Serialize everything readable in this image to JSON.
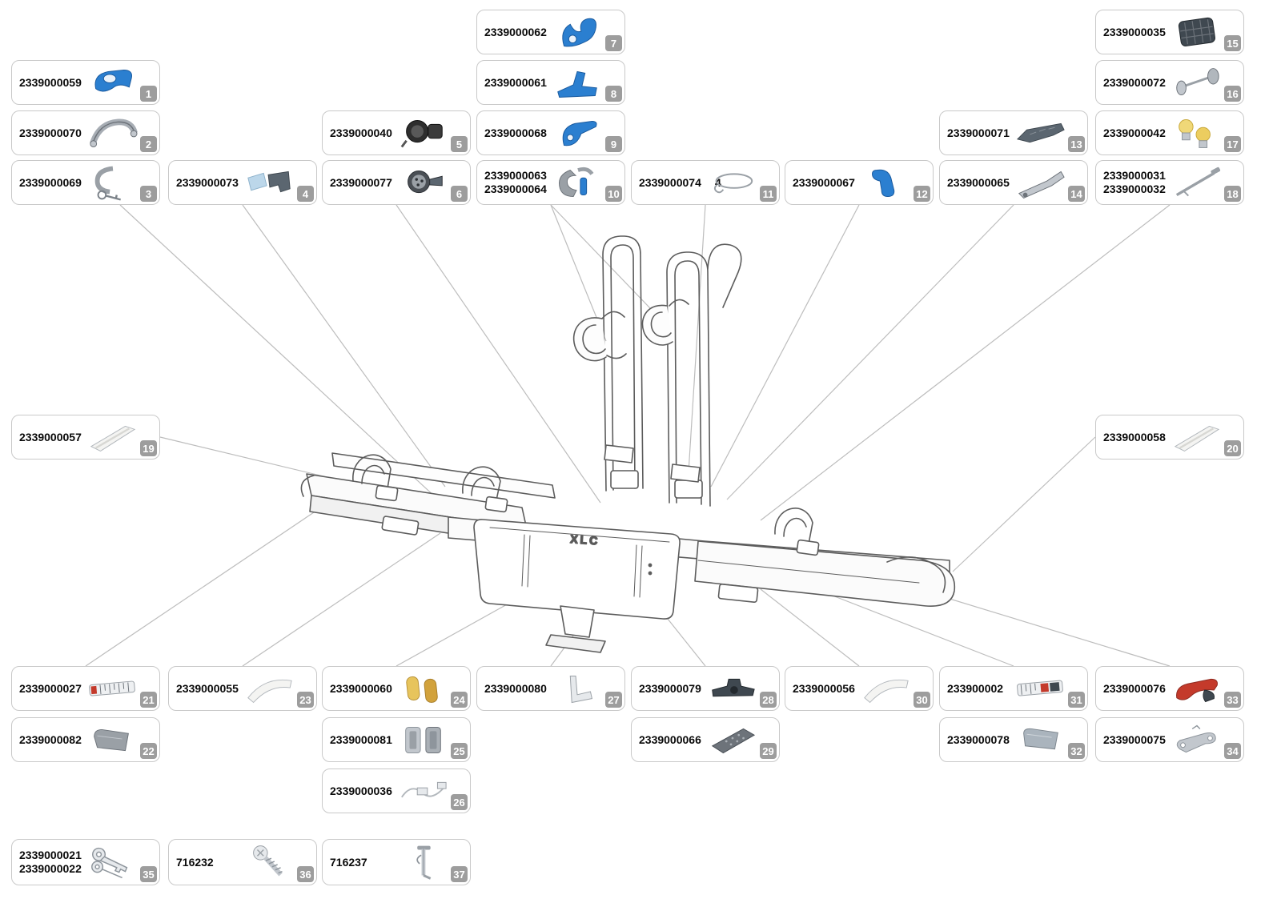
{
  "diagram": {
    "plate_label": "XLC",
    "type": "exploded-parts-diagram",
    "accent_blue": "#2b7fd0",
    "line_color": "#bdbdbd"
  },
  "callouts": {
    "c1": {
      "badge": "1",
      "line1": "2339000059",
      "icon": "blue-mount-bracket"
    },
    "c2": {
      "badge": "2",
      "line1": "2339000070",
      "icon": "rubber-strap"
    },
    "c3": {
      "badge": "3",
      "line1": "2339000069",
      "icon": "clamp-with-key"
    },
    "c4": {
      "badge": "4",
      "line1": "2339000073",
      "icon": "protection-pads"
    },
    "c5": {
      "badge": "5",
      "line1": "2339000040",
      "icon": "plug-socket"
    },
    "c6": {
      "badge": "6",
      "line1": "2339000077",
      "icon": "connector-plug"
    },
    "c7": {
      "badge": "7",
      "line1": "2339000062",
      "icon": "blue-fork-clamp"
    },
    "c8": {
      "badge": "8",
      "line1": "2339000061",
      "icon": "blue-y-bracket"
    },
    "c9": {
      "badge": "9",
      "line1": "2339000068",
      "icon": "blue-lever"
    },
    "c10": {
      "badge": "10",
      "line1": "2339000063",
      "line2": "2339000064",
      "icon": "frame-holder-jaw"
    },
    "c11": {
      "badge": "11",
      "line1": "2339000074",
      "qty": "4",
      "icon": "cable-ring"
    },
    "c12": {
      "badge": "12",
      "line1": "2339000067",
      "icon": "blue-handle"
    },
    "c13": {
      "badge": "13",
      "line1": "2339000071",
      "icon": "metal-bracket-strip"
    },
    "c14": {
      "badge": "14",
      "line1": "2339000065",
      "icon": "tilt-lever"
    },
    "c15": {
      "badge": "15",
      "line1": "2339000035",
      "icon": "reflector-plate"
    },
    "c16": {
      "badge": "16",
      "line1": "2339000072",
      "icon": "axle-with-rollers"
    },
    "c17": {
      "badge": "17",
      "line1": "2339000042",
      "icon": "light-bulbs"
    },
    "c18": {
      "badge": "18",
      "line1": "2339000031",
      "line2": "2339000032",
      "icon": "long-pin"
    },
    "c19": {
      "badge": "19",
      "line1": "2339000057",
      "icon": "rail-channel-left"
    },
    "c20": {
      "badge": "20",
      "line1": "2339000058",
      "icon": "rail-channel-right"
    },
    "c21": {
      "badge": "21",
      "line1": "2339000027",
      "icon": "scale-strip"
    },
    "c22": {
      "badge": "22",
      "line1": "2339000082",
      "icon": "end-cap-grey"
    },
    "c23": {
      "badge": "23",
      "line1": "2339000055",
      "icon": "curved-cover-left"
    },
    "c24": {
      "badge": "24",
      "line1": "2339000060",
      "icon": "yellow-rollers"
    },
    "c25": {
      "badge": "25",
      "line1": "2339000081",
      "icon": "pad-set"
    },
    "c26": {
      "badge": "26",
      "line1": "2339000036",
      "icon": "wiring-cable"
    },
    "c27": {
      "badge": "27",
      "line1": "2339000080",
      "icon": "support-bracket"
    },
    "c28": {
      "badge": "28",
      "line1": "2339000079",
      "icon": "clamp-block"
    },
    "c29": {
      "badge": "29",
      "line1": "2339000066",
      "icon": "tread-plate"
    },
    "c30": {
      "badge": "30",
      "line1": "2339000056",
      "icon": "curved-cover-right"
    },
    "c31": {
      "badge": "31",
      "line1": "233900002",
      "icon": "scale-strip-red"
    },
    "c32": {
      "badge": "32",
      "line1": "2339000078",
      "icon": "end-cap-grey-right"
    },
    "c33": {
      "badge": "33",
      "line1": "2339000076",
      "icon": "red-wheel-holder"
    },
    "c34": {
      "badge": "34",
      "line1": "2339000075",
      "icon": "flat-link-plate"
    },
    "c35": {
      "badge": "35",
      "line1": "2339000021",
      "line2": "2339000022",
      "icon": "keys"
    },
    "c36": {
      "badge": "36",
      "line1": "716232",
      "icon": "screw"
    },
    "c37": {
      "badge": "37",
      "line1": "716237",
      "icon": "axle-pin"
    }
  }
}
